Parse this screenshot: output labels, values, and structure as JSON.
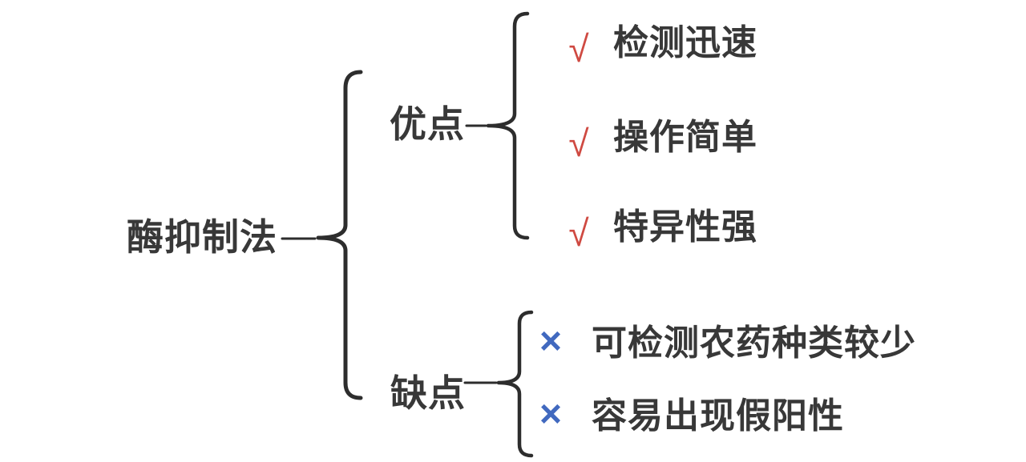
{
  "diagram": {
    "root": {
      "label": "酶抑制法"
    },
    "branches": [
      {
        "label": "优点",
        "items": [
          {
            "mark": "√",
            "label": "检测迅速"
          },
          {
            "mark": "√",
            "label": "操作简单"
          },
          {
            "mark": "√",
            "label": "特异性强"
          }
        ]
      },
      {
        "label": "缺点",
        "items": [
          {
            "mark": "×",
            "label": "可检测农药种类较少"
          },
          {
            "mark": "×",
            "label": "容易出现假阳性"
          }
        ]
      }
    ],
    "colors": {
      "text": "#383838",
      "brace": "#2d2d2d",
      "check_mark": "#cf4a42",
      "cross_mark": "#4169bf",
      "background": "#ffffff"
    }
  }
}
